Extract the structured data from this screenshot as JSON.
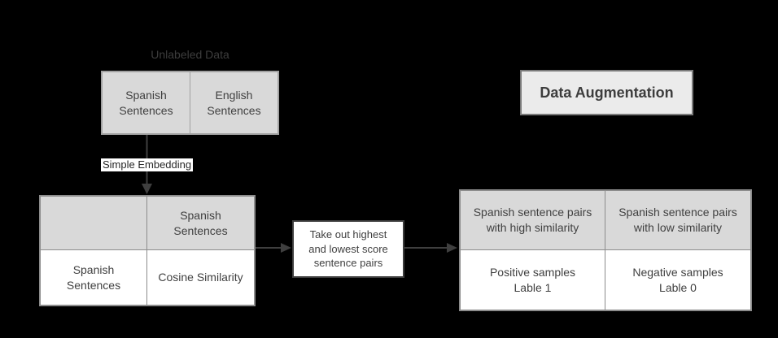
{
  "diagram": {
    "unlabeled": {
      "caption": "Unlabeled Data",
      "cell_left": "Spanish\nSentences",
      "cell_right": "English\nSentences"
    },
    "embedding_label": "Simple Embedding",
    "similarity_table": {
      "header_left": "",
      "header_right": "Spanish\nSentences",
      "body_left": "Spanish\nSentences",
      "body_right": "Cosine Similarity"
    },
    "process_box": "Take out highest\nand lowest score\nsentence pairs",
    "result_table": {
      "header_left": "Spanish sentence pairs\nwith high similarity",
      "header_right": "Spanish sentence pairs\nwith low similarity",
      "body_left": "Positive samples\nLable 1",
      "body_right": "Negative samples\nLable 0"
    },
    "title": "Data Augmentation"
  },
  "colors": {
    "background": "#000000",
    "cell_gray": "#d9d9d9",
    "cell_white": "#ffffff",
    "table_border": "#8c8c8c",
    "process_border": "#3d3d3d",
    "arrow": "#3f3f3f",
    "text": "#404040",
    "title_fill": "#ebebeb"
  }
}
